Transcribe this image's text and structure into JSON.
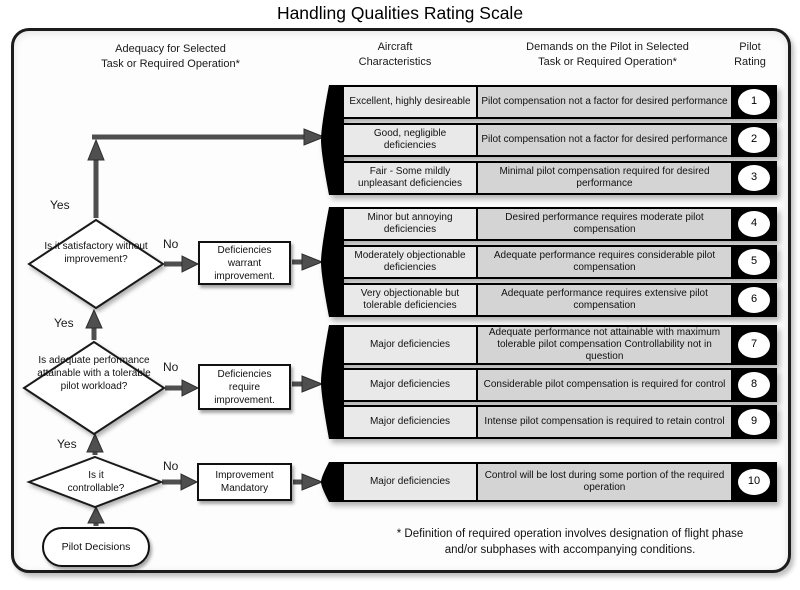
{
  "title": "Handling Qualities Rating Scale",
  "headers": {
    "adequacy_line1": "Adequacy for Selected",
    "adequacy_line2": "Task or Required Operation*",
    "aircraft_line1": "Aircraft",
    "aircraft_line2": "Characteristics",
    "demands_line1": "Demands on the Pilot in Selected",
    "demands_line2": "Task or Required Operation*",
    "rating_line1": "Pilot",
    "rating_line2": "Rating"
  },
  "flowchart": {
    "start_node": "Pilot Decisions",
    "decisions": [
      {
        "question": "Is it satisfactory without improvement?",
        "yes_label": "Yes",
        "no_label": "No",
        "action": "Deficiencies warrant improvement."
      },
      {
        "question": "Is adequate performance attainable with a tolerable pilot workload?",
        "yes_label": "Yes",
        "no_label": "No",
        "action": "Deficiencies require improvement."
      },
      {
        "question": "Is it controllable?",
        "yes_label": "Yes",
        "no_label": "No",
        "action": "Improvement Mandatory"
      }
    ]
  },
  "table": {
    "groups": [
      {
        "rows": [
          {
            "characteristics": "Excellent, highly desireable",
            "demands": "Pilot compensation not a factor for desired performance",
            "rating": "1"
          },
          {
            "characteristics": "Good, negligible deficiencies",
            "demands": "Pilot compensation not a factor for desired performance",
            "rating": "2"
          },
          {
            "characteristics": "Fair - Some mildly unpleasant deficiencies",
            "demands": "Minimal pilot compensation required for desired performance",
            "rating": "3"
          }
        ]
      },
      {
        "rows": [
          {
            "characteristics": "Minor but annoying deficiencies",
            "demands": "Desired performance requires moderate pilot compensation",
            "rating": "4"
          },
          {
            "characteristics": "Moderately objectionable deficiencies",
            "demands": "Adequate performance requires considerable pilot compensation",
            "rating": "5"
          },
          {
            "characteristics": "Very objectionable but tolerable deficiencies",
            "demands": "Adequate performance requires extensive pilot compensation",
            "rating": "6"
          }
        ]
      },
      {
        "rows": [
          {
            "characteristics": "Major deficiencies",
            "demands": "Adequate performance not attainable with maximum tolerable pilot compensation Controllability not in question",
            "rating": "7"
          },
          {
            "characteristics": "Major deficiencies",
            "demands": "Considerable pilot compensation is required for control",
            "rating": "8"
          },
          {
            "characteristics": "Major deficiencies",
            "demands": "Intense pilot compensation is required to retain control",
            "rating": "9"
          }
        ]
      },
      {
        "rows": [
          {
            "characteristics": "Major deficiencies",
            "demands": "Control will be lost during some portion of the required operation",
            "rating": "10"
          }
        ]
      }
    ]
  },
  "footnote": {
    "line1": "* Definition of required operation involves designation of flight phase",
    "line2": "and/or subphases with accompanying conditions."
  },
  "colors": {
    "characteristics_cell": "#e9e9e9",
    "demands_cell": "#d4d4d4",
    "rating_band": "#000000",
    "arrow": "#4f4f4f"
  }
}
